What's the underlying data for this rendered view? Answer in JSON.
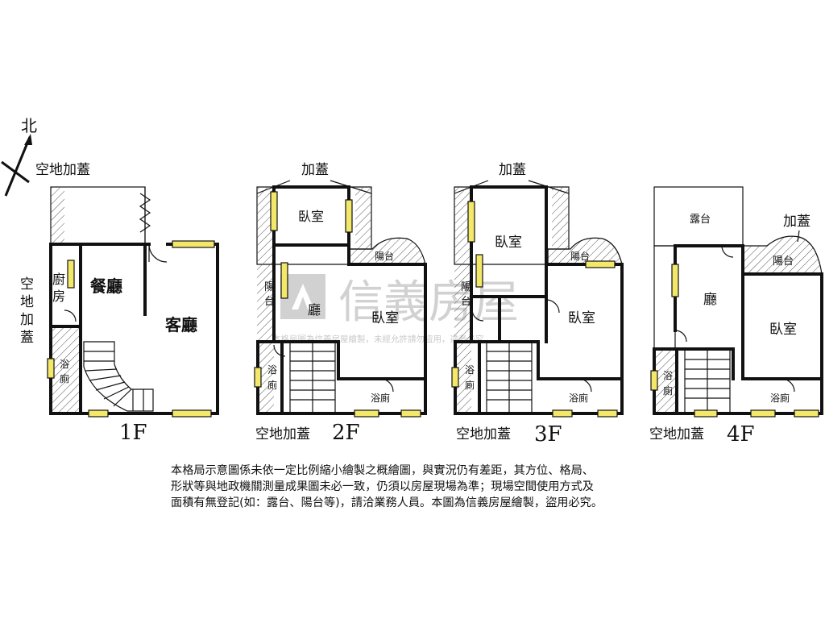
{
  "compass": {
    "north": "北"
  },
  "watermark": {
    "brand": "信義房屋",
    "notice": "本格局圖為信義房屋繪製，未經允許請勿盜用，違者必究"
  },
  "floors": {
    "f1": {
      "label": "1F",
      "rooms": {
        "extension_top": "空地加蓋",
        "extension_side": [
          "空",
          "地",
          "加",
          "蓋"
        ],
        "kitchen": [
          "廚",
          "房"
        ],
        "dining": "餐廳",
        "living": "客廳",
        "bath": [
          "浴",
          "廁"
        ]
      }
    },
    "f2": {
      "label": "2F",
      "rooms": {
        "extension_top": "加蓋",
        "bedroom_top": "臥室",
        "balcony_west": [
          "陽",
          "台"
        ],
        "balcony_east": "陽台",
        "hall": "廳",
        "bedroom_main": "臥室",
        "bath_west": [
          "浴",
          "廁"
        ],
        "bath_east": "浴廁",
        "extension_bottom": "空地加蓋"
      }
    },
    "f3": {
      "label": "3F",
      "rooms": {
        "extension_top": "加蓋",
        "bedroom_top": "臥室",
        "balcony_west": [
          "陽",
          "台"
        ],
        "balcony_east": "陽台",
        "bedroom_main": "臥室",
        "bath_west": [
          "浴",
          "廁"
        ],
        "bath_east": "浴廁",
        "extension_bottom": "空地加蓋"
      }
    },
    "f4": {
      "label": "4F",
      "rooms": {
        "terrace": "露台",
        "extension_top": "加蓋",
        "balcony_east": "陽台",
        "hall": "廳",
        "bedroom_main": "臥室",
        "bath_west": [
          "浴",
          "廁"
        ],
        "bath_east": "浴廁",
        "extension_bottom": "空地加蓋"
      }
    }
  },
  "disclaimer": {
    "line1": "本格局示意圖係未依一定比例縮小繪製之概繪圖，與實況仍有差距，其方位、格局、",
    "line2": "形狀等與地政機關測量成果圖未必一致，仍須以房屋現場為準；現場空間使用方式及",
    "line3": "面積有無登記(如：露台、陽台等)，請洽業務人員。本圖為信義房屋繪製，盜用必究。"
  }
}
